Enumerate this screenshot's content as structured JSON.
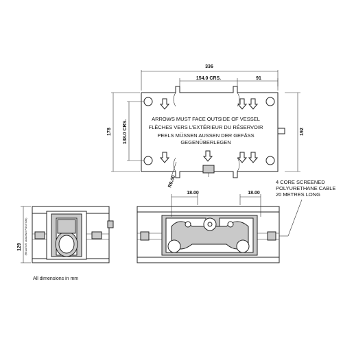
{
  "dimensions": {
    "overall_length": "336",
    "bolt_spacing_long": "154.0 CRS.",
    "end_offset": "91",
    "overall_width": "178",
    "bolt_spacing_short": "138.0 CRS.",
    "height_with_cable": "192",
    "radius": "R9.00",
    "slot_left": "18.00",
    "slot_right": "18.00",
    "height_side": "129",
    "height_side_note": "(RELATIVE LOADING POSITION)"
  },
  "plan_text": {
    "line1": "ARROWS MUST FACE OUTSIDE OF VESSEL",
    "line2": "FLÈCHES VERS L'EXTÉRIEUR DU RÉSERVOIR",
    "line3": "PEELS MÜSSEN AUSSEN DER GEFÄSS",
    "line4": "GEGENÜBERLEGEN"
  },
  "cable_note": {
    "line1": "4 CORE SCREENED",
    "line2": "POLYURETHANE CABLE",
    "line3": "20 METRES LONG"
  },
  "footer": "All dimensions in mm",
  "colors": {
    "line": "#222222",
    "part_fill": "#c9c9c9",
    "background": "#ffffff"
  }
}
